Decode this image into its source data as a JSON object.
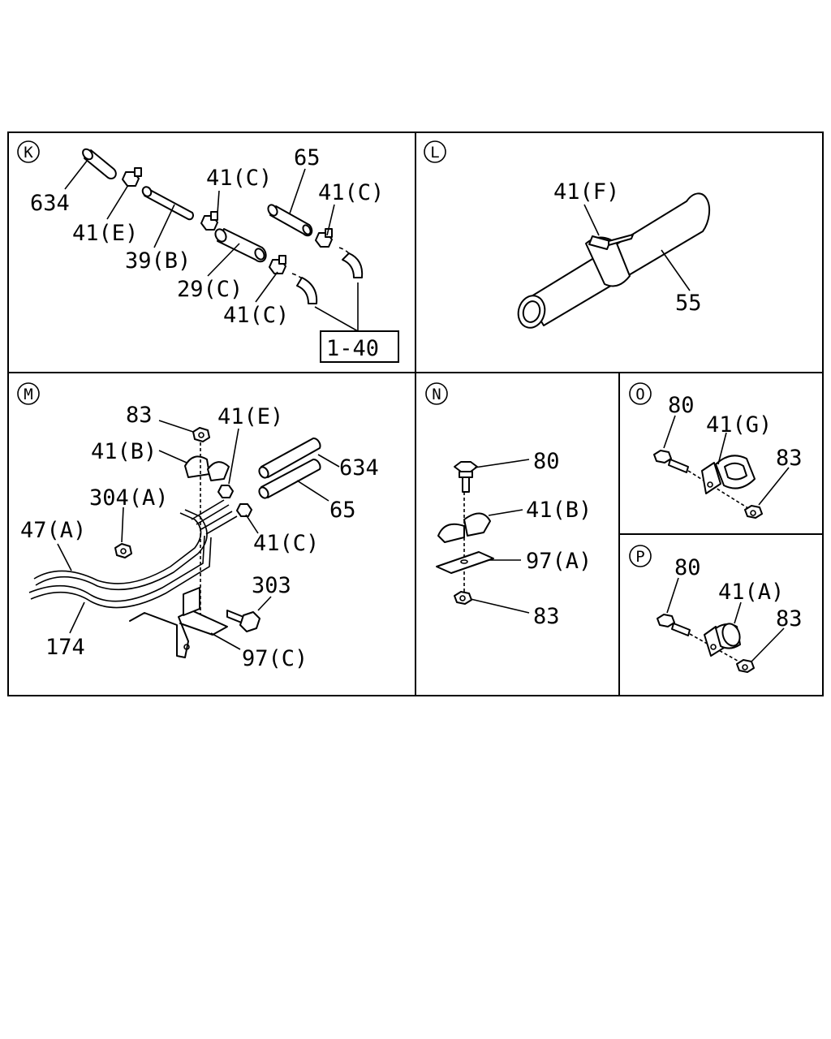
{
  "panels": {
    "K": {
      "badge": "K",
      "labels": {
        "634": "634",
        "41e": "41(E)",
        "39b": "39(B)",
        "29c": "29(C)",
        "41c_a": "41(C)",
        "65": "65",
        "41c_b": "41(C)",
        "41c_c": "41(C)",
        "ref": "1-40"
      }
    },
    "L": {
      "badge": "L",
      "labels": {
        "41f": "41(F)",
        "55": "55"
      }
    },
    "M": {
      "badge": "M",
      "labels": {
        "83": "83",
        "41e": "41(E)",
        "41b": "41(B)",
        "634": "634",
        "304a": "304(A)",
        "65": "65",
        "47a": "47(A)",
        "41c": "41(C)",
        "303": "303",
        "174": "174",
        "97c": "97(C)"
      }
    },
    "N": {
      "badge": "N",
      "labels": {
        "80": "80",
        "41b": "41(B)",
        "97a": "97(A)",
        "83": "83"
      }
    },
    "O": {
      "badge": "O",
      "labels": {
        "80": "80",
        "41g": "41(G)",
        "83": "83"
      }
    },
    "P": {
      "badge": "P",
      "labels": {
        "80": "80",
        "41a": "41(A)",
        "83": "83"
      }
    }
  }
}
